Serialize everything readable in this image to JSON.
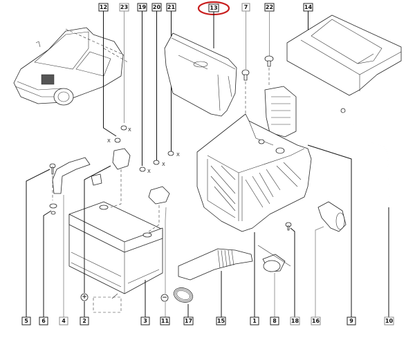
{
  "diagram": {
    "title": "Battery tray and battery assembly exploded parts diagram",
    "highlight_color": "#c81e1e",
    "highlighted_label": "13",
    "top_labels": [
      {
        "id": "12",
        "text": "12"
      },
      {
        "id": "23",
        "text": "23"
      },
      {
        "id": "19",
        "text": "19"
      },
      {
        "id": "20",
        "text": "20"
      },
      {
        "id": "21",
        "text": "21"
      },
      {
        "id": "13",
        "text": "13"
      },
      {
        "id": "7",
        "text": "7"
      },
      {
        "id": "22",
        "text": "22"
      },
      {
        "id": "14",
        "text": "14"
      }
    ],
    "bottom_labels": [
      {
        "id": "5",
        "text": "5"
      },
      {
        "id": "6",
        "text": "6"
      },
      {
        "id": "4",
        "text": "4"
      },
      {
        "id": "2",
        "text": "2"
      },
      {
        "id": "3",
        "text": "3"
      },
      {
        "id": "11",
        "text": "11"
      },
      {
        "id": "17",
        "text": "17"
      },
      {
        "id": "15",
        "text": "15"
      },
      {
        "id": "1",
        "text": "1"
      },
      {
        "id": "8",
        "text": "8"
      },
      {
        "id": "18",
        "text": "18"
      },
      {
        "id": "16",
        "text": "16"
      },
      {
        "id": "9",
        "text": "9"
      },
      {
        "id": "10",
        "text": "10"
      }
    ],
    "symbols": {
      "positive": "+",
      "negative": "−",
      "torque_mark": "X"
    }
  }
}
